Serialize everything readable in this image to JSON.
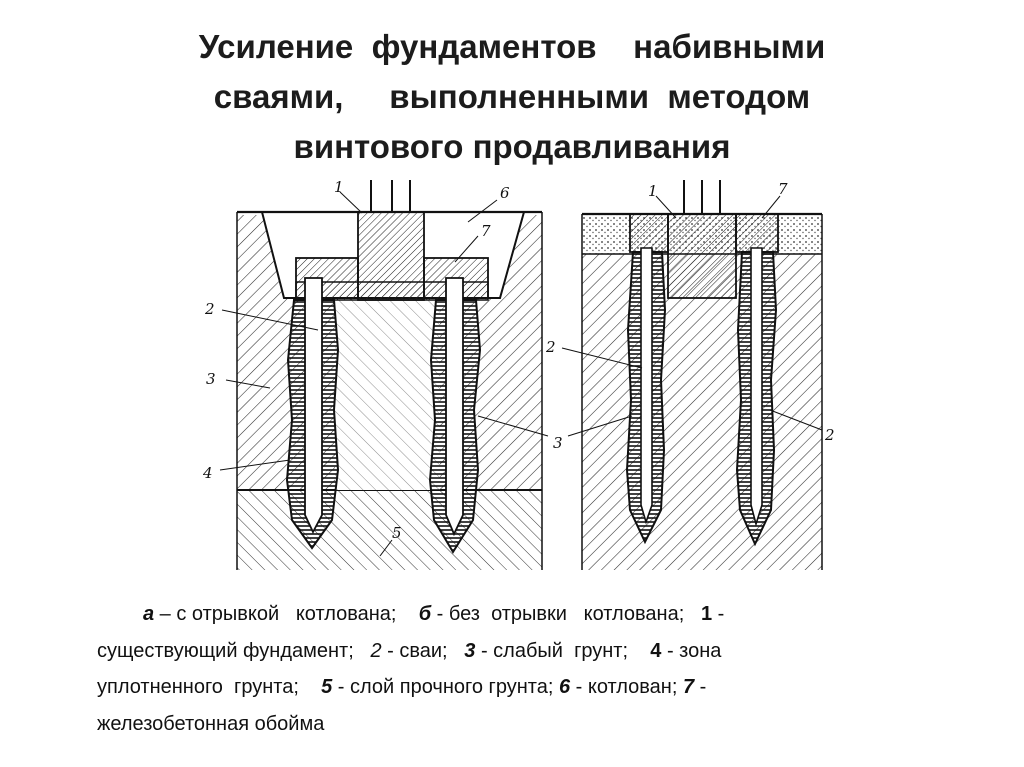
{
  "title": {
    "line1": "Усиление  фундаментов    набивными",
    "line2": "сваями,     выполненными  методом",
    "line3": "винтового продавливания"
  },
  "figure": {
    "left": {
      "labels": {
        "existing_foundation": "1",
        "pit": "6",
        "cage": "7",
        "piles": "2",
        "weak_soil": "3",
        "compacted_zone": "4",
        "strong_layer": "5"
      }
    },
    "right": {
      "labels": {
        "existing_foundation": "1",
        "cage": "7",
        "pile_left": "2",
        "pile_right": "2",
        "weak_soil": "3"
      }
    }
  },
  "caption": {
    "l1": {
      "a": "а",
      "a_text": " – с отрывкой   котлована;    ",
      "b": "б",
      "b_text": " - без  отрывки   котлована;   ",
      "n1": "1",
      "t1": " -"
    },
    "l2": {
      "t1": "существующий фундамент;   ",
      "n2": "2",
      "t2": " - сваи;   ",
      "n3": "3",
      "t3": " - слабый  грунт;    ",
      "n4": "4",
      "t4": " - зона"
    },
    "l3": {
      "t1": "уплотненного  грунта;    ",
      "n5": "5",
      "t5": " - слой прочного грунта; ",
      "n6": "6",
      "t6": " - котлован; ",
      "n7": "7",
      "t7": " -"
    },
    "l4": {
      "t1": "железобетонная обойма"
    }
  }
}
